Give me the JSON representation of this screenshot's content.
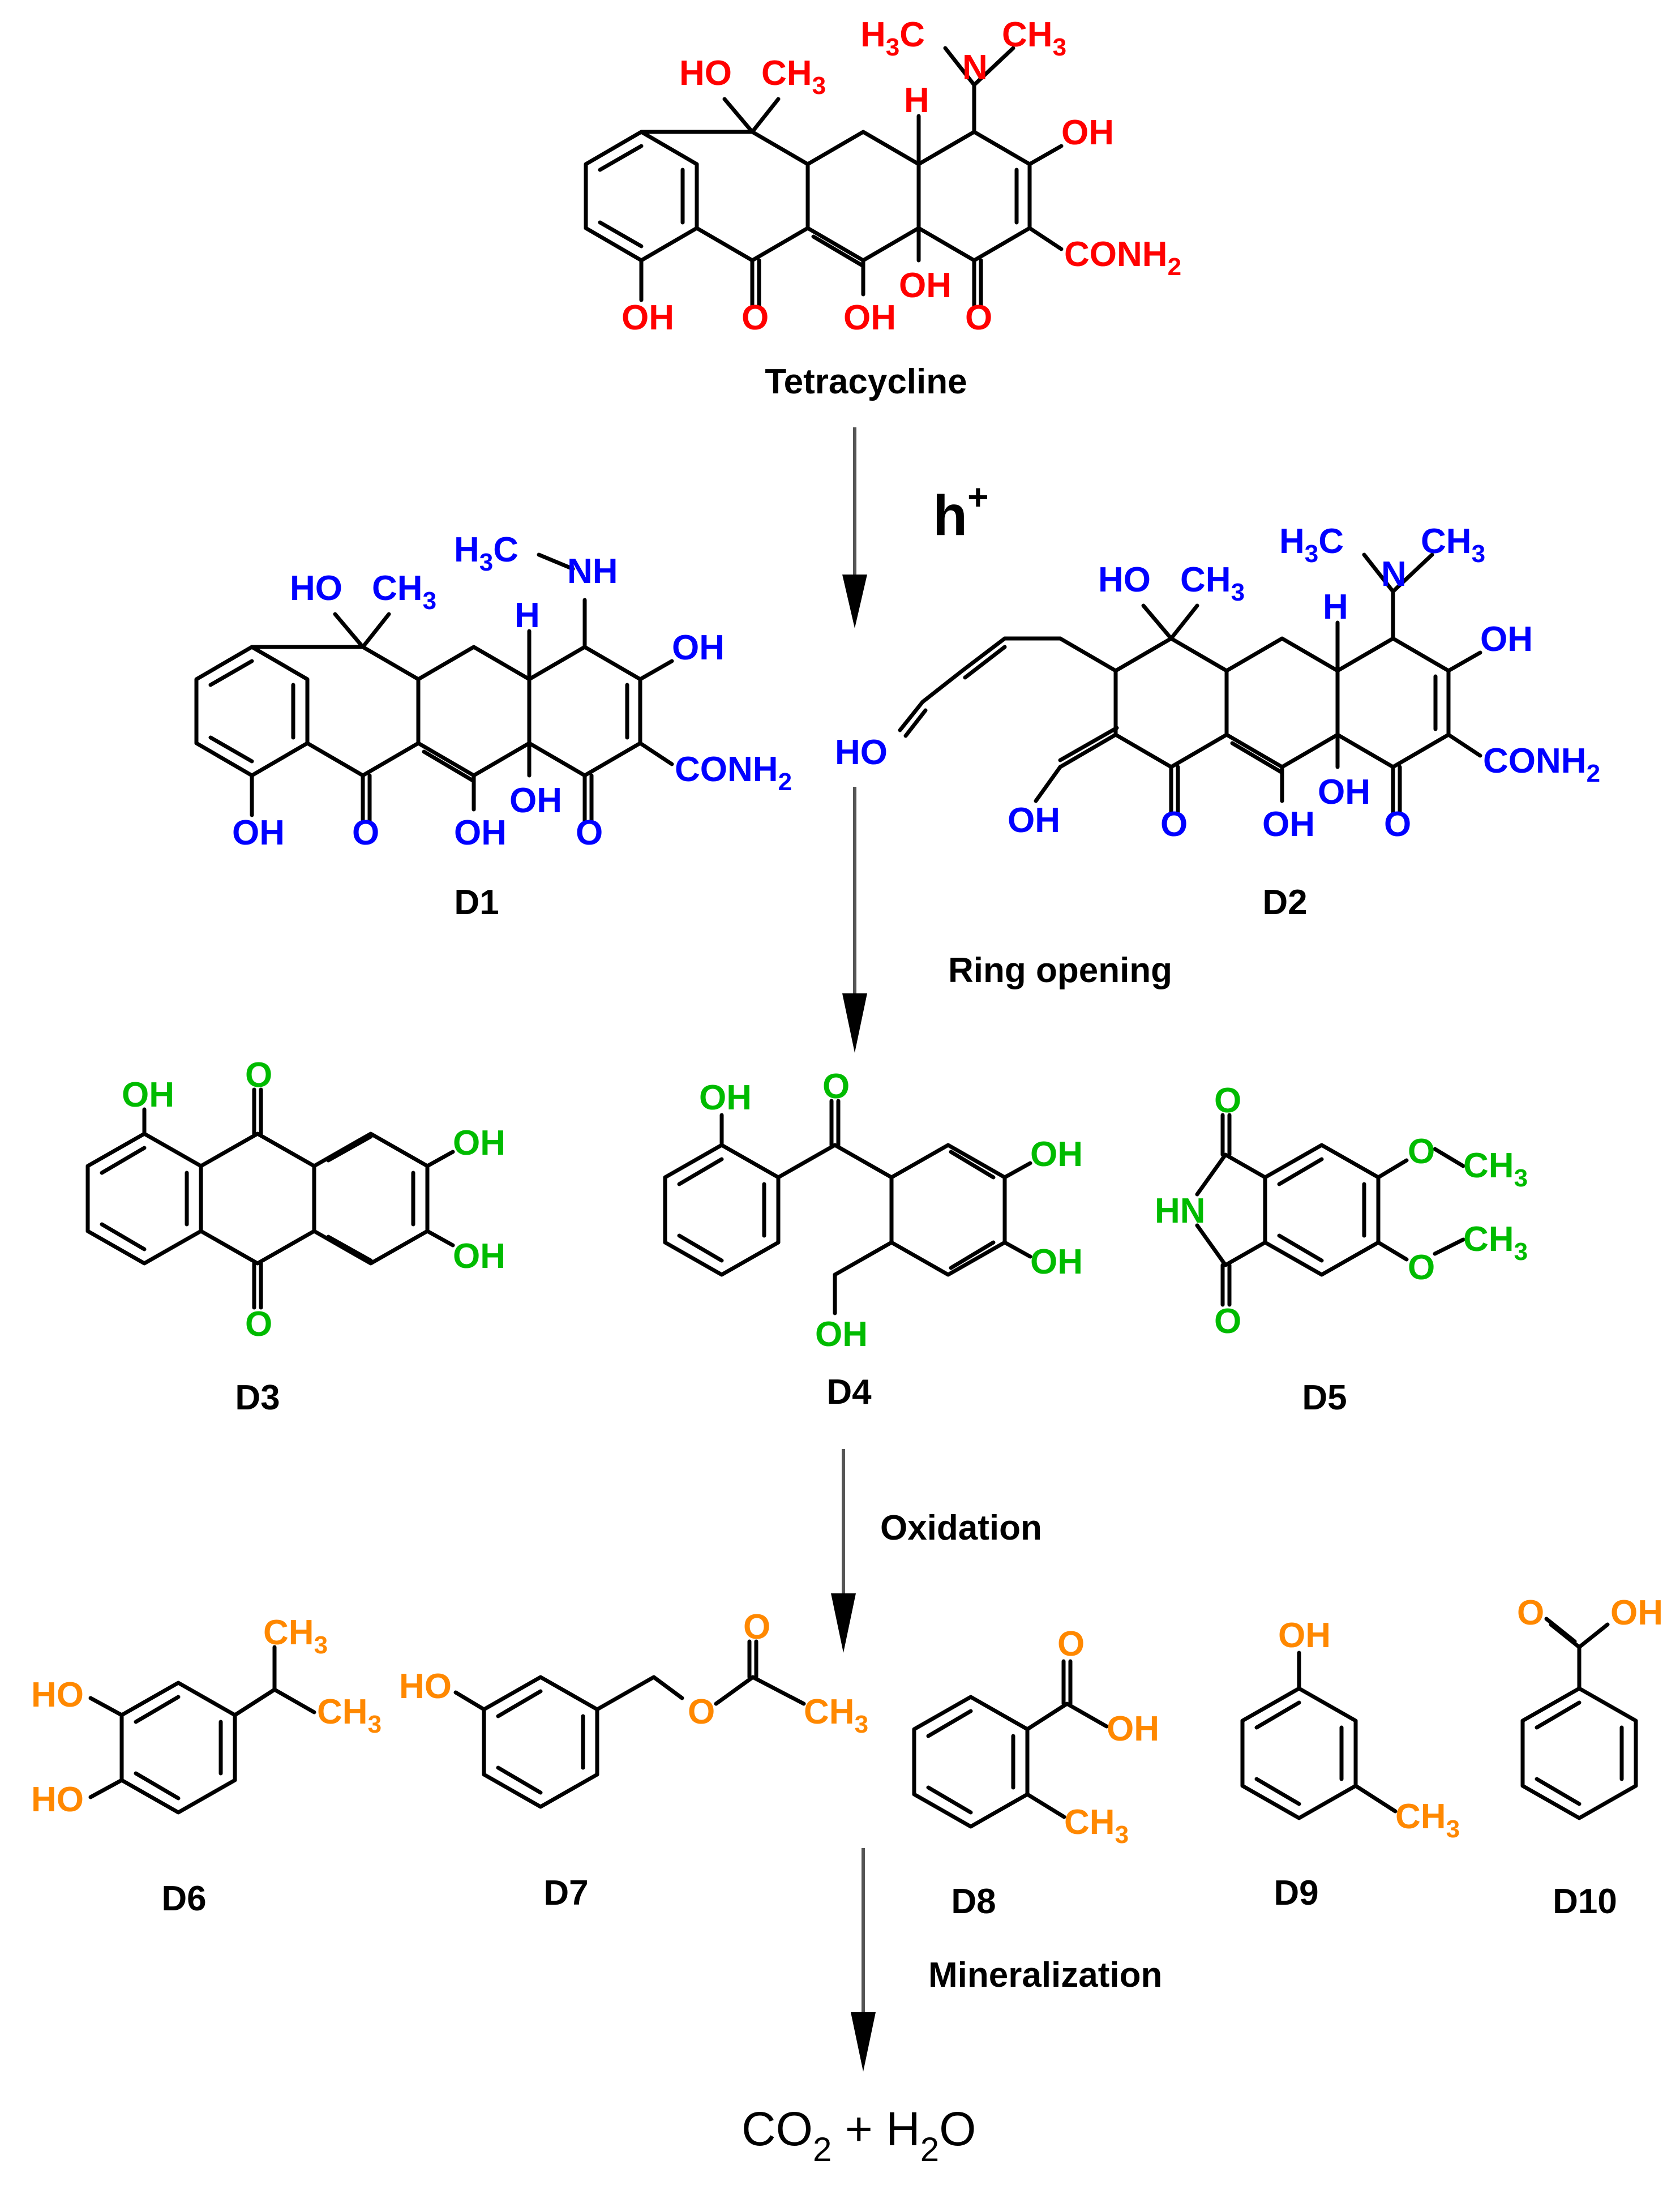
{
  "colors": {
    "tetracycline": "#ff0000",
    "stage1": "#0000ff",
    "stage2": "#00bb00",
    "stage3": "#ff8800",
    "bond": "#000000",
    "arrow": "#555555"
  },
  "compounds": {
    "tc": {
      "name": "Tetracycline",
      "labels": {
        "ho": "HO",
        "ch3": "CH",
        "h": "H",
        "nme2a": "H",
        "nme2b": "C",
        "n": "N",
        "nme2c": "CH",
        "oh3": "OH",
        "conh2": "CONH",
        "oh10": "OH",
        "o11": "O",
        "oh12": "OH",
        "oh12a": "OH",
        "o1": "O"
      }
    },
    "d1": {
      "name": "D1",
      "labels": {
        "ho": "HO",
        "ch3": "CH",
        "h": "H",
        "nhme": "H",
        "nhme2": "C",
        "nh": "NH",
        "oh3": "OH",
        "conh2": "CONH",
        "oh10": "OH",
        "o11": "O",
        "oh12": "OH",
        "oh12a": "OH",
        "o1": "O"
      }
    },
    "d2": {
      "name": "D2",
      "labels": {
        "ho": "HO",
        "ch3": "CH",
        "h": "H",
        "nme2a": "H",
        "nme2b": "C",
        "n": "N",
        "nme2c": "CH",
        "oh3": "OH",
        "conh2": "CONH",
        "ho_chain": "HO",
        "oh_enol": "OH",
        "o11": "O",
        "oh12": "OH",
        "oh12a": "OH",
        "o1": "O"
      }
    },
    "d3": {
      "name": "D3",
      "labels": {
        "oh1": "OH",
        "o9": "O",
        "oh6": "OH",
        "oh7": "OH",
        "o10": "O"
      }
    },
    "d4": {
      "name": "D4",
      "labels": {
        "oh": "OH",
        "o": "O",
        "oh_a": "OH",
        "oh_b": "OH",
        "oh_c": "OH"
      }
    },
    "d5": {
      "name": "D5",
      "labels": {
        "o1": "O",
        "o2": "O",
        "nh": "HN",
        "ome1": "O",
        "ome1c": "CH",
        "ome2": "O",
        "ome2c": "CH"
      }
    },
    "d6": {
      "name": "D6",
      "labels": {
        "ho1": "HO",
        "ho2": "HO",
        "ch3a": "CH",
        "ch3b": "CH"
      }
    },
    "d7": {
      "name": "D7",
      "labels": {
        "ho": "HO",
        "o_ester": "O",
        "o_carbonyl": "O",
        "ch3": "CH"
      }
    },
    "d8": {
      "name": "D8",
      "labels": {
        "o": "O",
        "oh": "OH",
        "ch3": "CH"
      }
    },
    "d9": {
      "name": "D9",
      "labels": {
        "oh": "OH",
        "ch3": "CH"
      }
    },
    "d10": {
      "name": "D10",
      "labels": {
        "o": "O",
        "oh": "OH"
      }
    }
  },
  "steps": {
    "hplus": "h",
    "hplus_sup": "+",
    "ring_opening": "Ring opening",
    "oxidation": "Oxidation",
    "mineralization": "Mineralization"
  },
  "final": {
    "co": "CO",
    "sub2a": "2",
    "plus": " + H",
    "sub2b": "2",
    "o": "O"
  },
  "subscripts": {
    "three": "3",
    "two": "2"
  }
}
